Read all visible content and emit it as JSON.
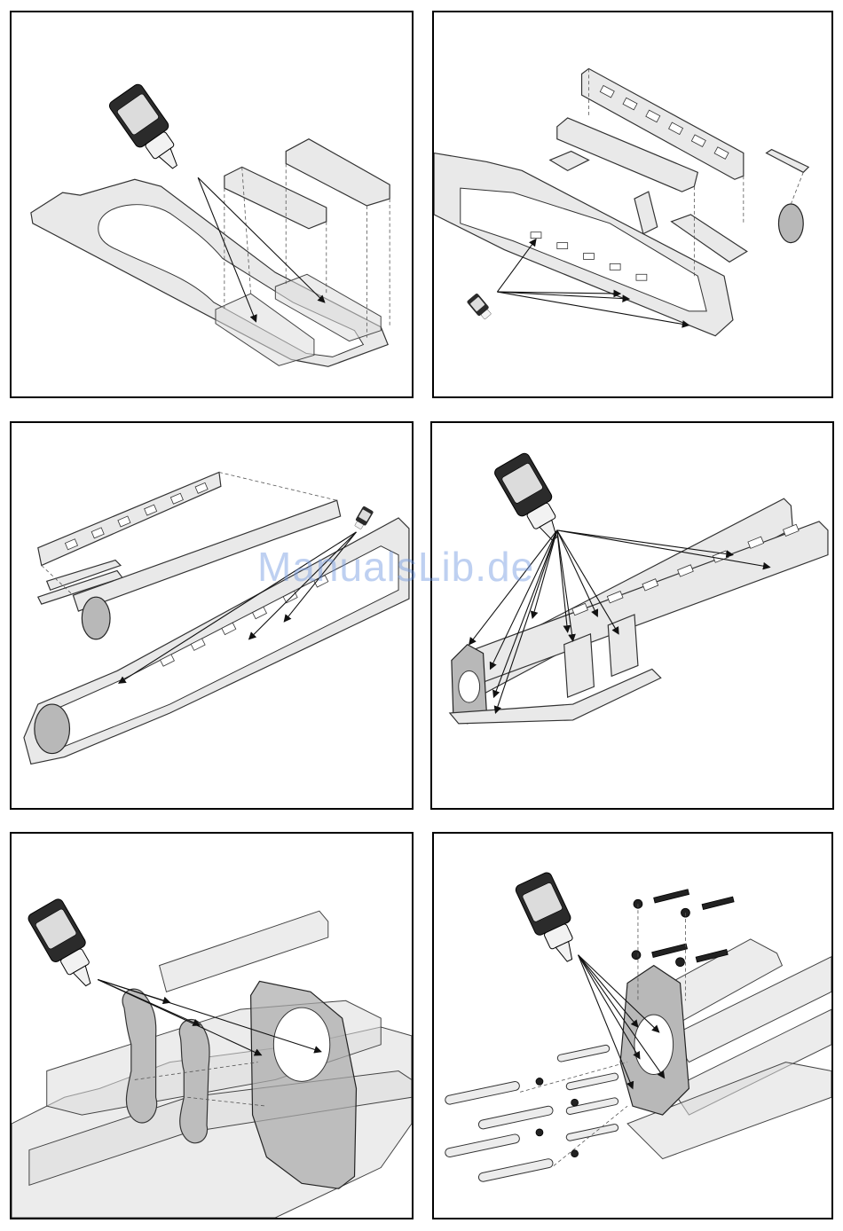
{
  "watermark": "ManualsLib.de",
  "panels": [
    {
      "name": "step-1"
    },
    {
      "name": "step-2"
    },
    {
      "name": "step-3"
    },
    {
      "name": "step-4"
    },
    {
      "name": "step-5"
    },
    {
      "name": "step-6"
    }
  ]
}
